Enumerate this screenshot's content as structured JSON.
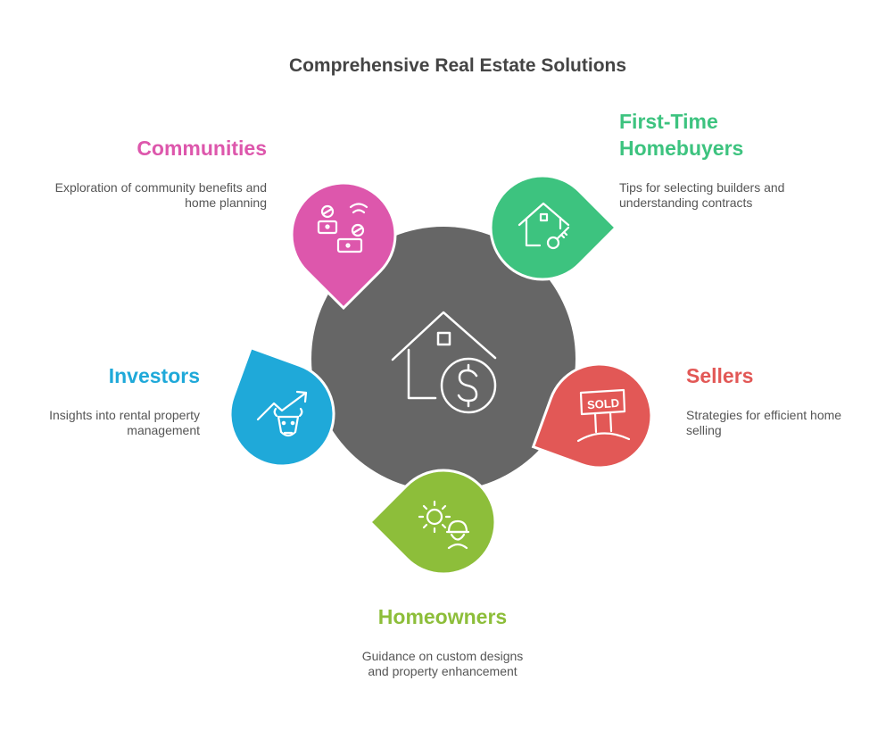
{
  "title": "Comprehensive Real Estate Solutions",
  "colors": {
    "center": "#666666",
    "communities": "#dd57ac",
    "first_time": "#3dc37f",
    "investors": "#1fa9d9",
    "sellers": "#e25856",
    "homeowners": "#8dbe3a"
  },
  "center": {
    "icon": "house-dollar-icon"
  },
  "segments": {
    "communities": {
      "heading": "Communities",
      "description": "Exploration of community benefits and home planning",
      "icon": "people-network-icon"
    },
    "first_time": {
      "heading": "First-Time Homebuyers",
      "description": "Tips for selecting builders and understanding contracts",
      "icon": "house-key-icon"
    },
    "investors": {
      "heading": "Investors",
      "description": "Insights into rental property management",
      "icon": "bull-growth-icon"
    },
    "sellers": {
      "heading": "Sellers",
      "description": "Strategies for efficient home selling",
      "icon": "sold-sign-icon",
      "sign_text": "SOLD"
    },
    "homeowners": {
      "heading": "Homeowners",
      "description": "Guidance on custom designs and property enhancement",
      "icon": "gear-worker-icon"
    }
  }
}
